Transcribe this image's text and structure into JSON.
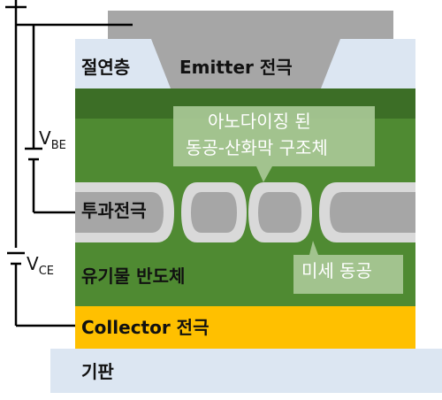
{
  "labels": {
    "insulator": "절연층",
    "emitter": "Emitter 전극",
    "anodized": [
      "아노다이징 된",
      "동공-산화막 구조체"
    ],
    "transparent": "투과전극",
    "semiconductor": "유기물 반도체",
    "micro_pore": "미세 동공",
    "collector": "Collector 전극",
    "substrate": "기판"
  },
  "voltages": {
    "vbe": {
      "main": "V",
      "sub": "BE"
    },
    "vce": {
      "main": "V",
      "sub": "CE"
    }
  },
  "colors": {
    "substrate": "#dce6f2",
    "collector": "#ffc000",
    "semiconductor": "#4f8a32",
    "semiconductor_dark": "#3c6e26",
    "emitter": "#a6a6a6",
    "insulator": "#dce6f2",
    "pore_ring": "#d9d9d9",
    "callout": "#9bbb87",
    "wire": "#000000"
  }
}
